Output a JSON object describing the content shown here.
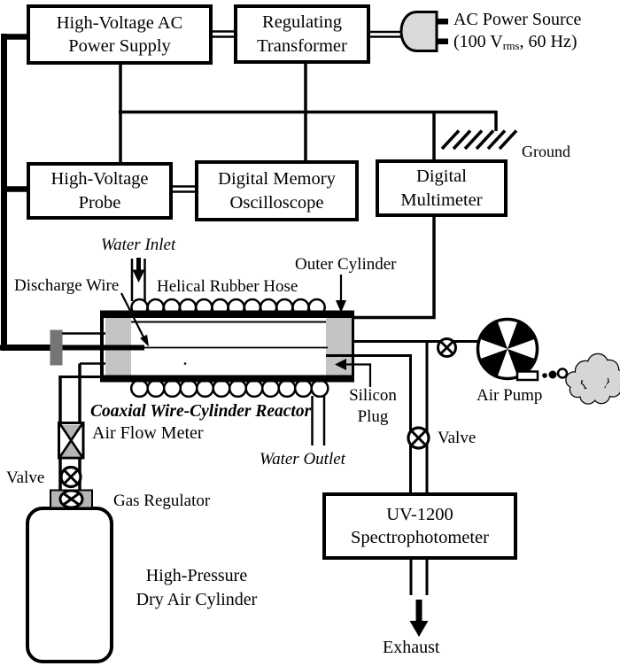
{
  "boxes": {
    "hv_power_supply": {
      "line1": "High-Voltage AC",
      "line2": "Power Supply"
    },
    "regulating_transformer": {
      "line1": "Regulating",
      "line2": "Transformer"
    },
    "hv_probe": {
      "line1": "High-Voltage",
      "line2": "Probe"
    },
    "oscilloscope": {
      "line1": "Digital Memory",
      "line2": "Oscilloscope"
    },
    "multimeter": {
      "line1": "Digital",
      "line2": "Multimeter"
    },
    "spectrophotometer": {
      "line1": "UV-1200",
      "line2": "Spectrophotometer"
    }
  },
  "labels": {
    "ac_power_source": {
      "line1": "AC Power Source",
      "line2_pre": "(100 V",
      "line2_sub": "rms",
      "line2_post": ", 60 Hz)"
    },
    "ground": "Ground",
    "water_inlet": "Water Inlet",
    "discharge_wire": "Discharge Wire",
    "helical_rubber_hose": "Helical Rubber Hose",
    "outer_cylinder": "Outer Cylinder",
    "reactor_caption": "Coaxial Wire-Cylinder Reactor",
    "air_flow_meter": "Air Flow Meter",
    "silicon_plug": {
      "line1": "Silicon",
      "line2": "Plug"
    },
    "air_pump": "Air Pump",
    "valve_air_line": "Valve",
    "valve_gas_line": "Valve",
    "gas_regulator": "Gas Regulator",
    "cylinder": {
      "line1": "High-Pressure",
      "line2": "Dry Air Cylinder"
    },
    "water_outlet": "Water Outlet",
    "exhaust": "Exhaust"
  },
  "icons": {
    "ac_plug": "power-plug-icon",
    "ground": "ground-symbol-icon",
    "air_pump_fan": "fan-icon",
    "exhaust_cloud": "cloud-icon",
    "valve": "valve-cross-icon",
    "flow_meter": "float-meter-icon",
    "exhaust_arrow": "down-arrow-icon"
  },
  "colors": {
    "line": "#000000",
    "plug_gray": "#d9d9d9",
    "reactor_plug_gray": "#c4c4c4",
    "connector_gray": "#757575",
    "hardware_gray": "#b5b5b5",
    "cloud_gray": "#d6d6d6",
    "background": "#ffffff"
  }
}
